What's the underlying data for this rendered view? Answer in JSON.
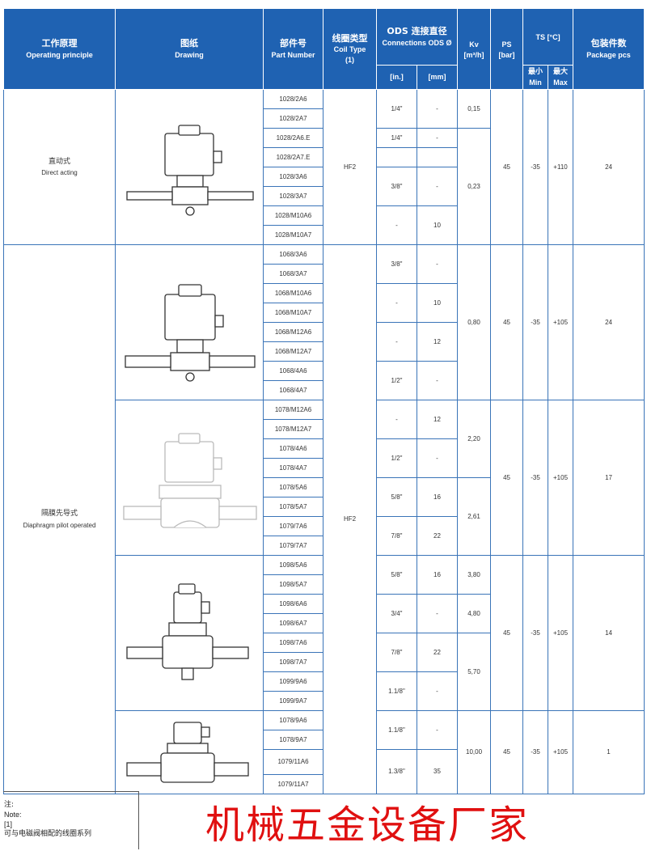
{
  "header": {
    "principle_cn": "工作原理",
    "principle_en": "Operating principle",
    "drawing_cn": "图纸",
    "drawing_en": "Drawing",
    "part_cn": "部件号",
    "part_en": "Part Number",
    "coil_cn": "线圈类型",
    "coil_en": "Coil Type",
    "coil_note": "(1)",
    "ods_cn": "ODS 连接直径",
    "ods_en": "Connections ODS Ø",
    "ods_in": "[in.]",
    "ods_mm": "[mm]",
    "kv": "Kv",
    "kv_unit": "[m³/h]",
    "ps": "PS",
    "ps_unit": "[bar]",
    "ts": "TS [°C]",
    "ts_min_cn": "最小",
    "ts_min_en": "Min",
    "ts_max_cn": "最大",
    "ts_max_en": "Max",
    "pkg_cn": "包装件数",
    "pkg_en": "Package pcs"
  },
  "groups": [
    {
      "principle_cn": "直动式",
      "principle_en": "Direct acting",
      "coil": "HF2",
      "ps": "45",
      "ts_min": "-35",
      "ts_max": "+110",
      "pkg": "24",
      "parts": [
        "1028/2A6",
        "1028/2A7",
        "1028/2A6.E",
        "1028/2A7.E",
        "1028/3A6",
        "1028/3A7",
        "1028/M10A6",
        "1028/M10A7"
      ],
      "ods": [
        {
          "in": "1/4\"",
          "mm": "-",
          "span": 2
        },
        {
          "in": "1/4\"",
          "mm": "-",
          "span": 1
        },
        {
          "in": "",
          "mm": "",
          "span": 1
        },
        {
          "in": "3/8\"",
          "mm": "-",
          "span": 2
        },
        {
          "in": "-",
          "mm": "10",
          "span": 2
        }
      ],
      "kv": [
        {
          "v": "0,15",
          "span": 2
        },
        {
          "v": "0,23",
          "span": 6
        }
      ]
    },
    {
      "principle_cn": "",
      "principle_en": "",
      "coil": "",
      "ps": "45",
      "ts_min": "-35",
      "ts_max": "+105",
      "pkg": "24",
      "parts": [
        "1068/3A6",
        "1068/3A7",
        "1068/M10A6",
        "1068/M10A7",
        "1068/M12A6",
        "1068/M12A7",
        "1068/4A6",
        "1068/4A7"
      ],
      "ods": [
        {
          "in": "3/8\"",
          "mm": "-",
          "span": 2
        },
        {
          "in": "-",
          "mm": "10",
          "span": 2
        },
        {
          "in": "-",
          "mm": "12",
          "span": 2
        },
        {
          "in": "1/2\"",
          "mm": "-",
          "span": 2
        }
      ],
      "kv": [
        {
          "v": "0,80",
          "span": 8
        }
      ]
    },
    {
      "principle_cn": "隔膜先导式",
      "principle_en": "Diaphragm pilot operated",
      "coil": "HF2",
      "ps": "45",
      "ts_min": "-35",
      "ts_max": "+105",
      "pkg": "17",
      "parts": [
        "1078/M12A6",
        "1078/M12A7",
        "1078/4A6",
        "1078/4A7",
        "1078/5A6",
        "1078/5A7",
        "1079/7A6",
        "1079/7A7"
      ],
      "ods": [
        {
          "in": "-",
          "mm": "12",
          "span": 2
        },
        {
          "in": "1/2\"",
          "mm": "-",
          "span": 2
        },
        {
          "in": "5/8\"",
          "mm": "16",
          "span": 2
        },
        {
          "in": "7/8\"",
          "mm": "22",
          "span": 2
        }
      ],
      "kv": [
        {
          "v": "2,20",
          "span": 4
        },
        {
          "v": "2,61",
          "span": 4
        }
      ]
    },
    {
      "principle_cn": "",
      "principle_en": "",
      "coil": "",
      "ps": "45",
      "ts_min": "-35",
      "ts_max": "+105",
      "pkg": "14",
      "parts": [
        "1098/5A6",
        "1098/5A7",
        "1098/6A6",
        "1098/6A7",
        "1098/7A6",
        "1098/7A7",
        "1099/9A6",
        "1099/9A7"
      ],
      "ods": [
        {
          "in": "5/8\"",
          "mm": "16",
          "span": 2
        },
        {
          "in": "3/4\"",
          "mm": "-",
          "span": 2
        },
        {
          "in": "7/8\"",
          "mm": "22",
          "span": 2
        },
        {
          "in": "1.1/8\"",
          "mm": "-",
          "span": 2
        }
      ],
      "kv": [
        {
          "v": "3,80",
          "span": 2
        },
        {
          "v": "4,80",
          "span": 2
        },
        {
          "v": "5,70",
          "span": 4
        }
      ]
    },
    {
      "principle_cn": "",
      "principle_en": "",
      "coil": "",
      "ps": "45",
      "ts_min": "-35",
      "ts_max": "+105",
      "pkg": "1",
      "parts": [
        "1078/9A6",
        "1078/9A7",
        "1079/11A6",
        "1079/11A7"
      ],
      "ods": [
        {
          "in": "1.1/8\"",
          "mm": "-",
          "span": 2
        },
        {
          "in": "1.3/8\"",
          "mm": "35",
          "span": 2
        }
      ],
      "kv": [
        {
          "v": "10,00",
          "span": 4
        }
      ]
    }
  ],
  "notes": {
    "line1": "注:",
    "line2": "Note:",
    "line3": "[1]",
    "line4": "可与电磁阀相配的线圈系列"
  },
  "watermark": "机械五金设备厂家"
}
